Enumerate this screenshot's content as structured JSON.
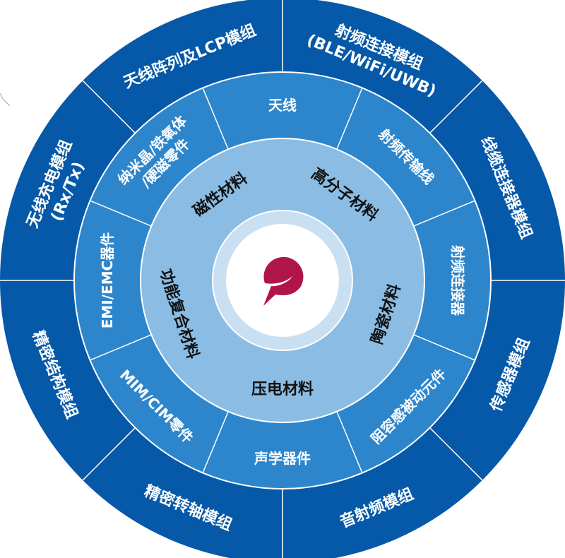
{
  "colors": {
    "outer_ring": "#0659a8",
    "middle_ring": "#2d86cc",
    "inner_ring": "#8bbde4",
    "core_ring": "#c9dff2",
    "core_center": "#ffffff",
    "logo": "#b0154a"
  },
  "center_logo": {
    "icon": "company-logo-icon"
  },
  "outer_ring": [
    "射频连接模组\n(BLE/WiFi/UWB)",
    "线缆连接器模组",
    "传感器模组",
    "音射频模组",
    "精密转轴模组",
    "精密结构模组",
    "无线充电模组\n(Rx/Tx)",
    "天线阵列及LCP模组"
  ],
  "middle_ring": [
    "射频传输线",
    "射频连接器",
    "阻容感被动元件",
    "声学器件",
    "MIM/CIM零件",
    "EMI/EMC器件",
    "纳米晶/铁氧体\n/硬磁零件",
    "天线"
  ],
  "inner_ring": [
    "高分子材料",
    "陶瓷材料",
    "压电材料",
    "功能复合材料",
    "磁性材料"
  ]
}
